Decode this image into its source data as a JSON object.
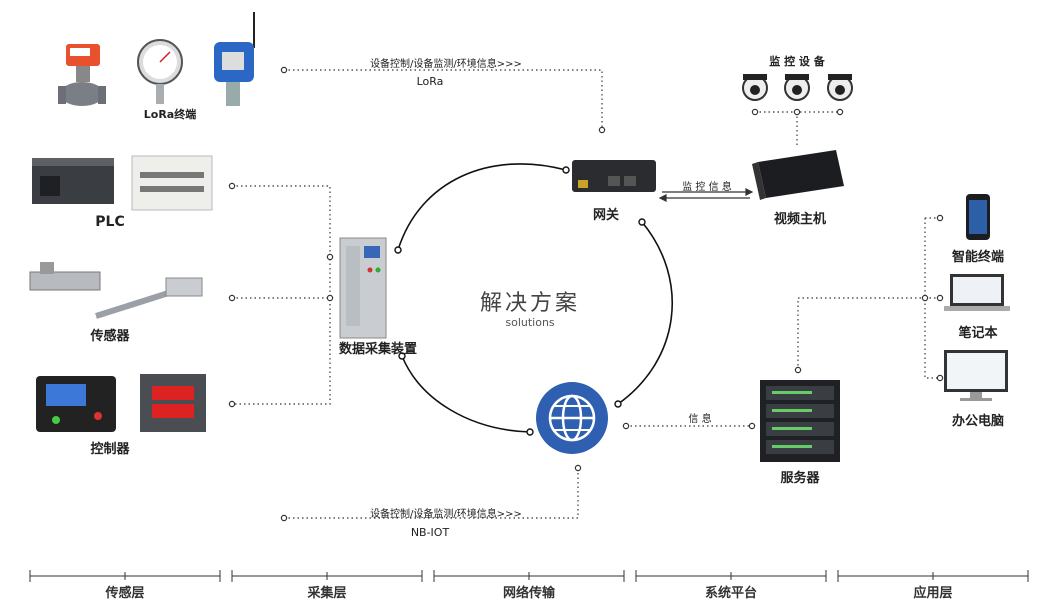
{
  "devices": {
    "lora_terminal": "LoRa终端",
    "plc": "PLC",
    "sensor": "传感器",
    "controller": "控制器",
    "collector": "数据采集装置",
    "gateway": "网关",
    "monitor_equipment": "监 控 设 备",
    "video_host": "视频主机",
    "server": "服务器",
    "smart_terminal": "智能终端",
    "laptop": "笔记本",
    "office_pc": "办公电脑"
  },
  "links": {
    "lora_info": "设备控制/设备监测/环境信息>>>",
    "lora_label": "LoRa",
    "monitor_info": "监 控 信 息",
    "info": "信 息",
    "nbiot_info": "设备控制/设备监测/环境信息>>>",
    "nbiot_label": "NB-IOT"
  },
  "center": {
    "title": "解决方案",
    "subtitle": "solutions"
  },
  "layers": [
    "传感层",
    "采集层",
    "网络传输",
    "系统平台",
    "应用层"
  ],
  "colors": {
    "globe": "#2f5fb0",
    "dotted": "#555555",
    "cabinet": "#cfd3d6"
  }
}
